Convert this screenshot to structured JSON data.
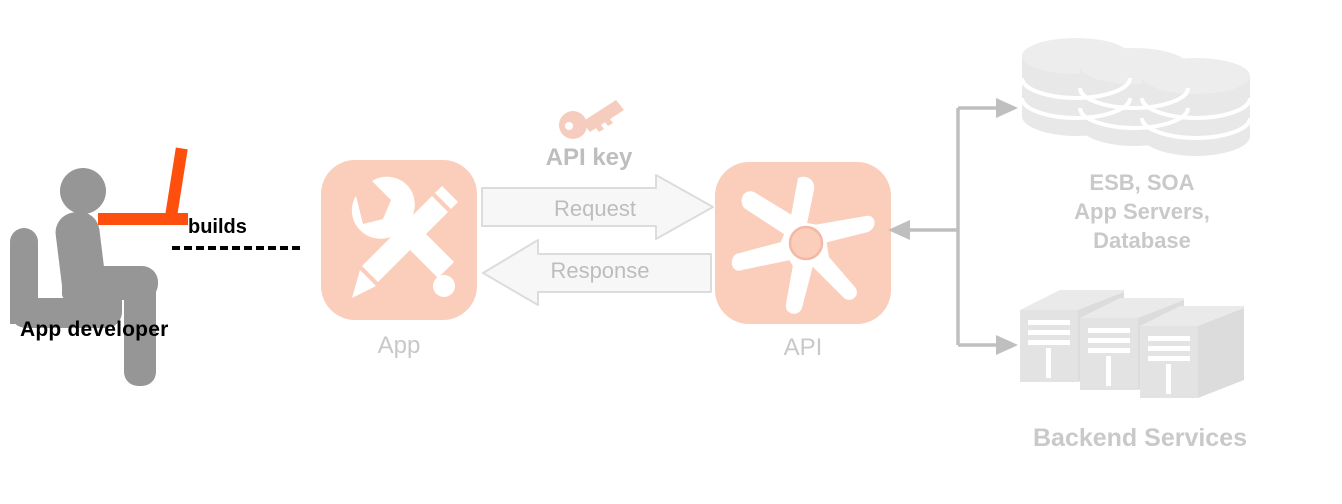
{
  "diagram": {
    "title": "API architecture diagram",
    "colors": {
      "tile_fill": "#FBCDBB",
      "tile_icon": "#FFFFFF",
      "person_gray": "#969696",
      "laptop_orange": "#FF4F0F",
      "label_gray": "#C8C8C8",
      "backend_gray": "#E8E8E8",
      "connector_gray": "#BFBFBF",
      "arrow_fill": "#F7F7F7",
      "arrow_stroke": "#DCDCDC",
      "key_pink": "#F8CFC2",
      "text_black": "#000000"
    }
  },
  "developer": {
    "label": "App developer",
    "icon": "seated-developer-with-laptop"
  },
  "builds_link": {
    "label": "builds",
    "style": "dashed"
  },
  "app_node": {
    "label": "App",
    "icon": "wrench-and-pencil-icon"
  },
  "api_node": {
    "label": "API",
    "icon": "api-star-hub-icon"
  },
  "api_key": {
    "label": "API key",
    "icon": "key-icon"
  },
  "messages": [
    {
      "label": "Request",
      "direction": "right",
      "name": "request-arrow"
    },
    {
      "label": "Response",
      "direction": "left",
      "name": "response-arrow"
    }
  ],
  "backends": {
    "group_label": "Backend Services",
    "datastore": {
      "label": "ESB, SOA\nApp Servers,\nDatabase",
      "line1": "ESB, SOA",
      "line2": "App Servers,",
      "line3": "Database",
      "icon": "database-cylinders-icon"
    },
    "servers": {
      "icon": "server-racks-icon"
    }
  },
  "connectors": {
    "to_datastore": "arrow-right-to-database",
    "from_backends": "arrow-left-to-api",
    "to_servers": "arrow-right-to-servers"
  }
}
